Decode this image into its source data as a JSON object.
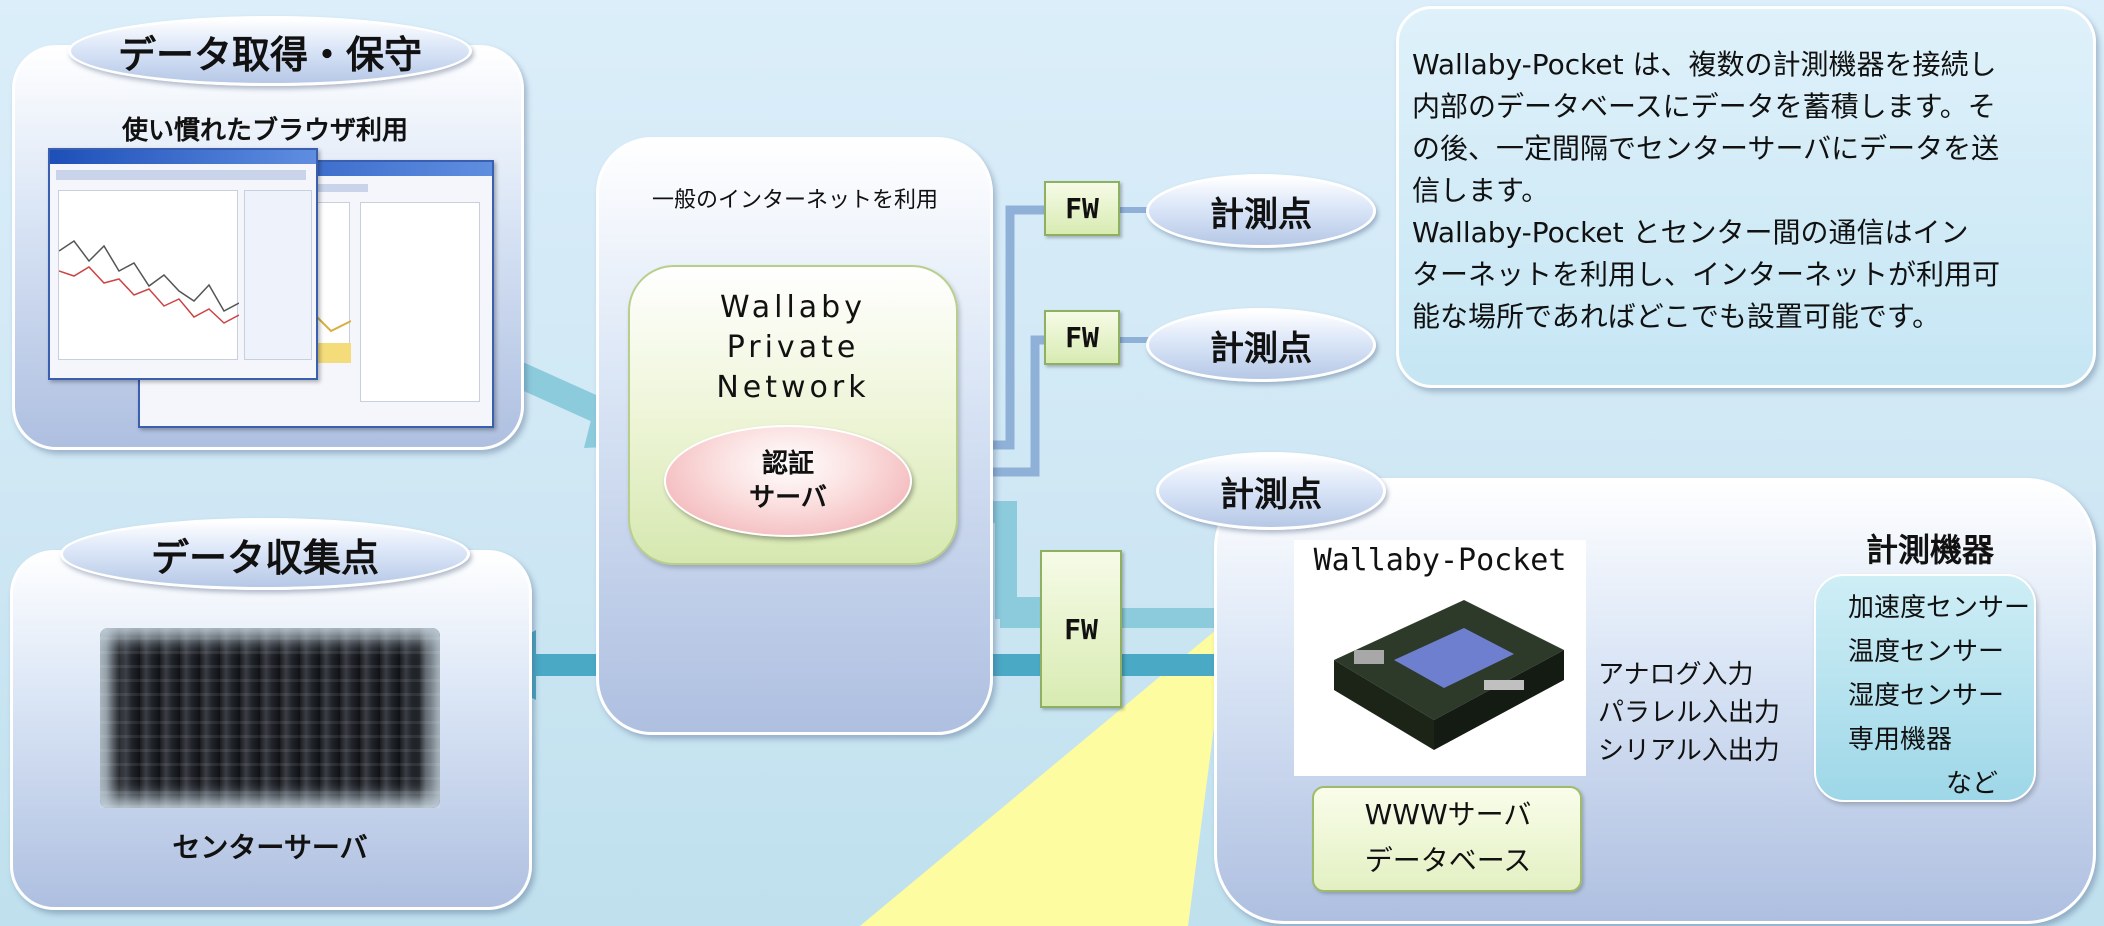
{
  "colors": {
    "link_line": "#8fb1d8",
    "arrow_teal": "#4aa9c4",
    "arrow_light": "#8ccbdc",
    "dbl_arrow": "#1ea8e6",
    "spotlight": "#fdfca0",
    "ellipse_pink": "#f0a8ac"
  },
  "data_access": {
    "title": "データ取得・保守",
    "subtitle": "使い慣れたブラウザ利用"
  },
  "network": {
    "internet_label": "一般のインターネットを利用",
    "private_network": [
      "Wallaby",
      "Private",
      "Network"
    ],
    "auth_server": [
      "認証",
      "サーバ"
    ]
  },
  "firewalls": {
    "label": "FW"
  },
  "measure_points": {
    "label": "計測点"
  },
  "description": {
    "line1": "Wallaby-Pocket は、複数の計測機器を接続し",
    "line2": "内部のデータベースにデータを蓄積します。そ",
    "line3": "の後、一定間隔でセンターサーバにデータを送",
    "line4": "信します。",
    "line5": "Wallaby-Pocket とセンター間の通信はイン",
    "line6": "ターネットを利用し、インターネットが利用可",
    "line7": "能な場所であればどこでも設置可能です。"
  },
  "collection": {
    "title": "データ収集点",
    "server_label": "センターサーバ"
  },
  "site": {
    "tab_label": "計測点",
    "device_title": "Wallaby-Pocket",
    "scroll_lines": [
      "WWWサーバ",
      "データベース"
    ],
    "io_lines": [
      "アナログ入力",
      "パラレル入出力",
      "シリアル入出力"
    ],
    "instruments_title": "計測機器",
    "instruments": [
      "加速度センサー",
      "温度センサー",
      "湿度センサー",
      "専用機器"
    ],
    "etc_label": "など"
  }
}
